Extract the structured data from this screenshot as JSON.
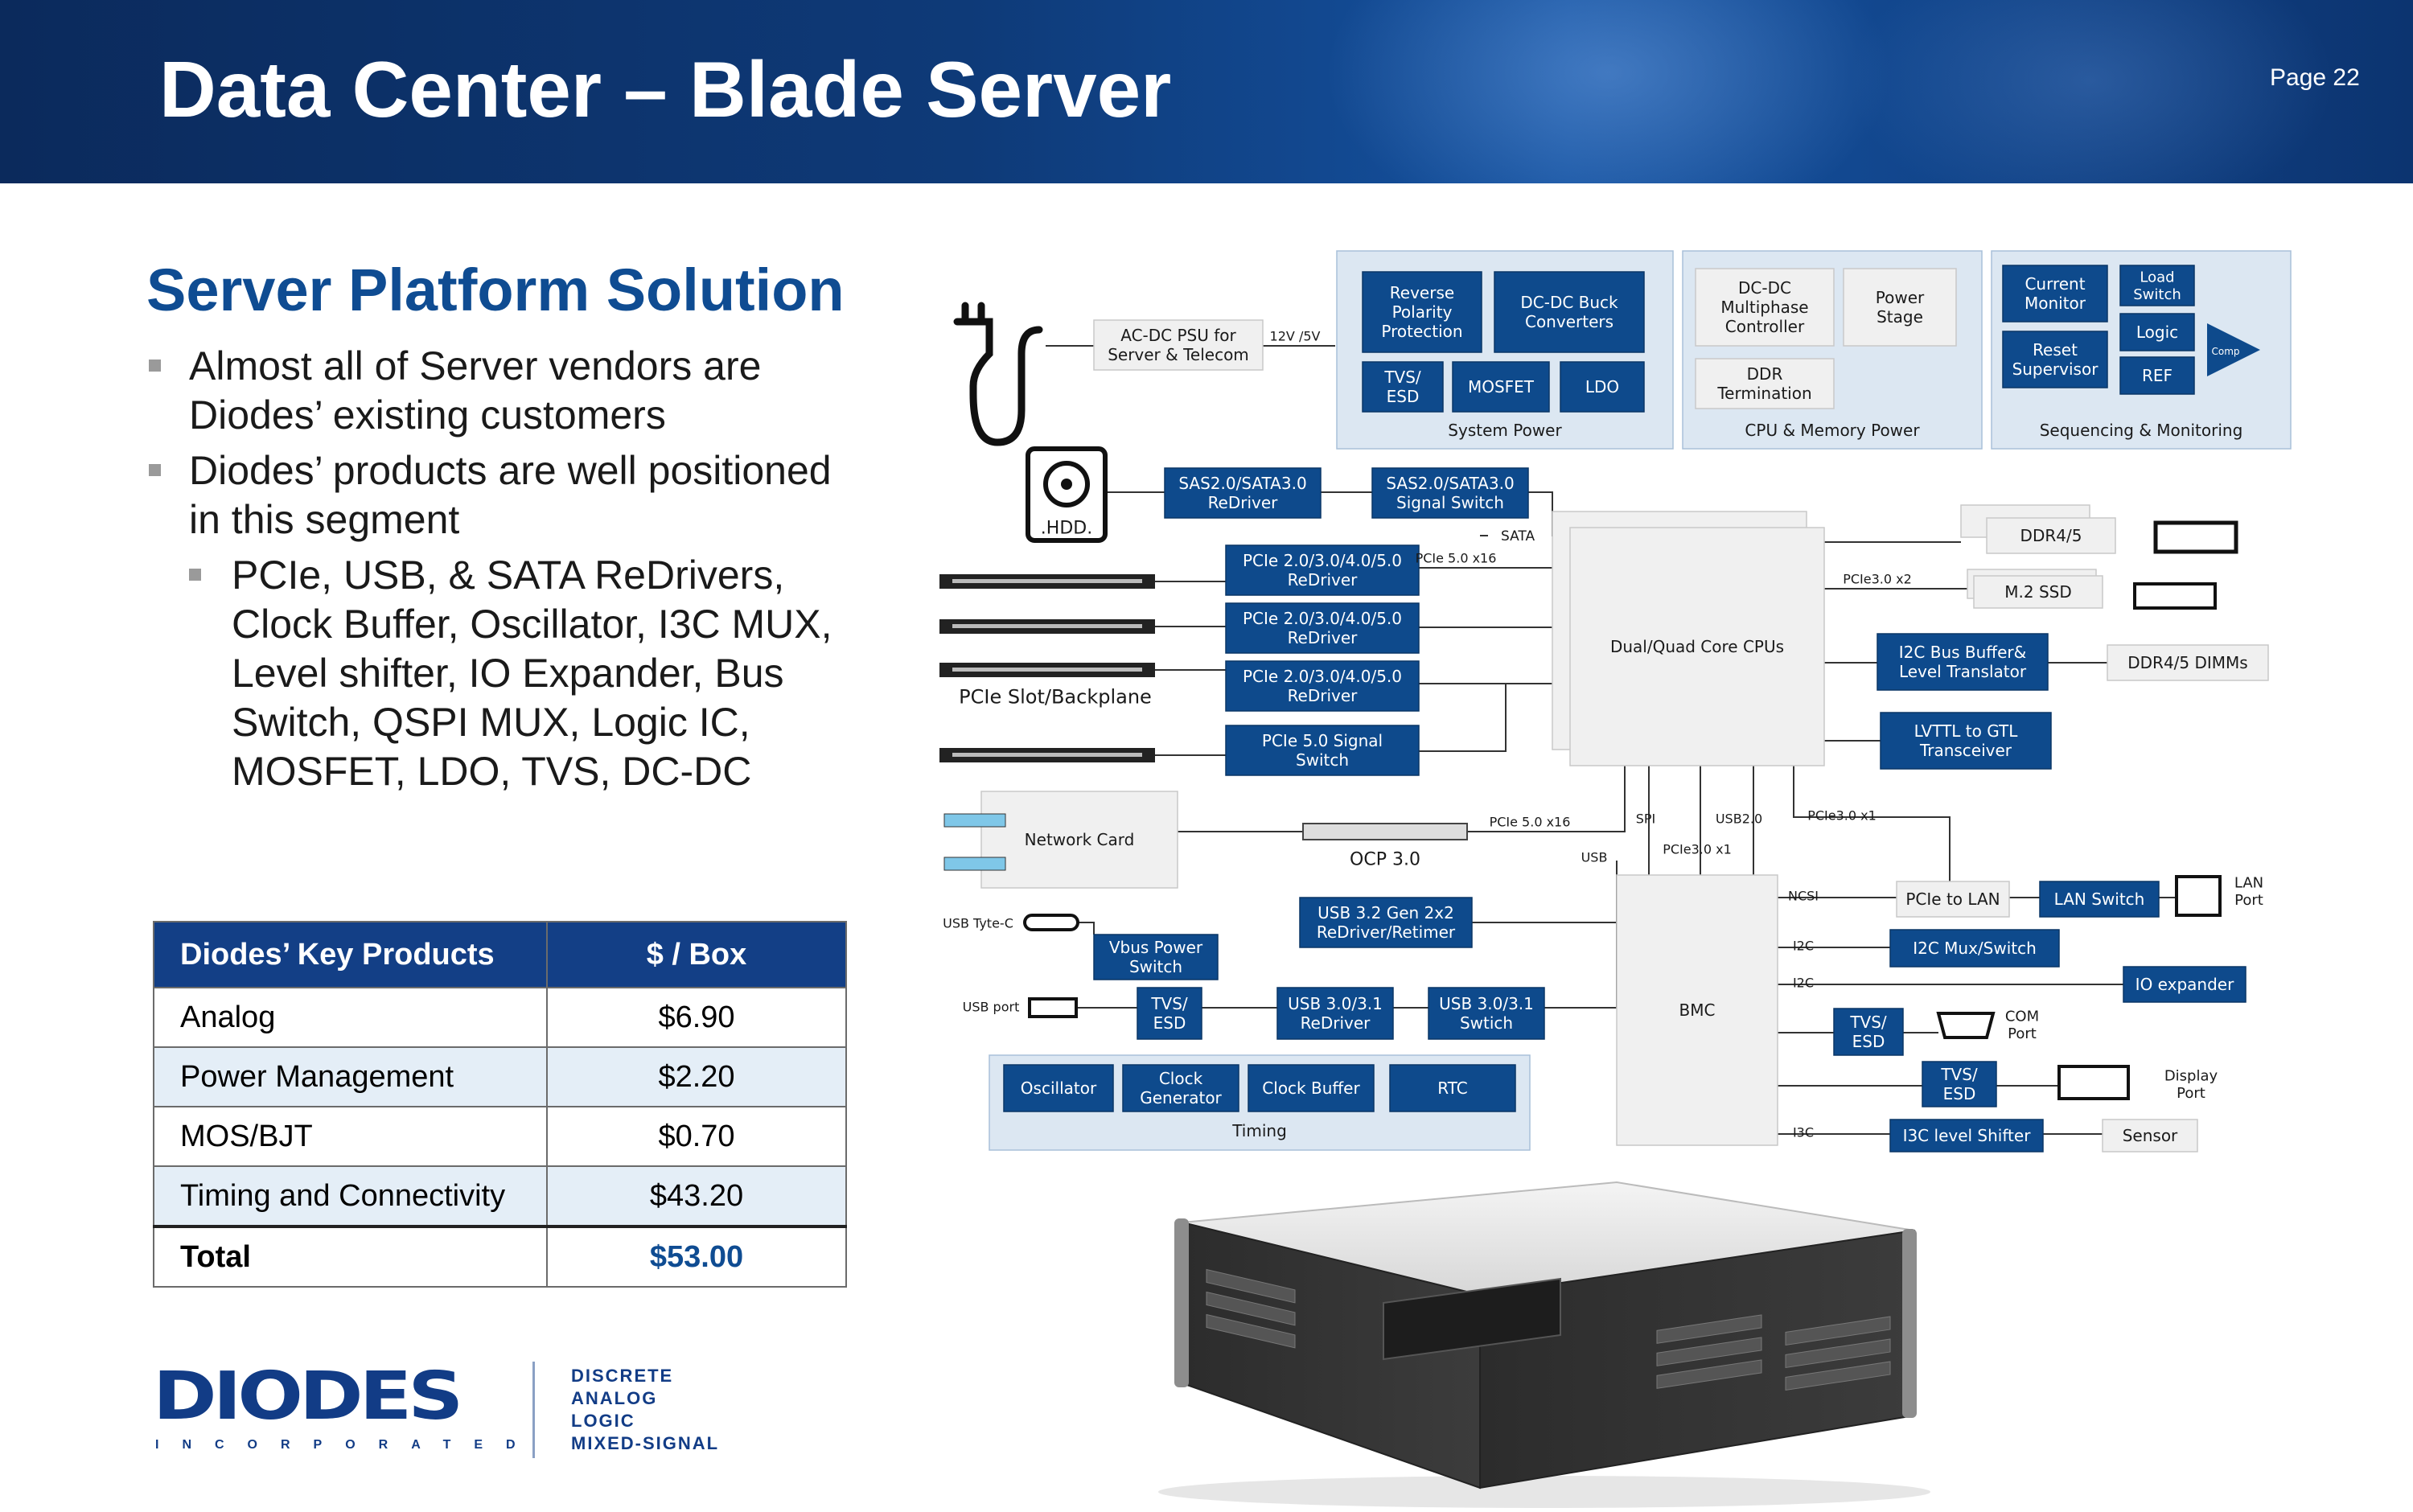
{
  "header": {
    "title": "Data Center – Blade Server",
    "page": "Page 22"
  },
  "section": {
    "title": "Server Platform Solution",
    "bullets": [
      "Almost all of Server vendors are Diodes’ existing customers",
      "Diodes’ products are well positioned in this segment"
    ],
    "sub_bullets": [
      "PCIe, USB, & SATA ReDrivers, Clock Buffer, Oscillator, I3C MUX, Level shifter, IO Expander, Bus Switch, QSPI MUX, Logic IC, MOSFET, LDO, TVS, DC-DC"
    ]
  },
  "table": {
    "headers": [
      "Diodes’ Key Products",
      "$ / Box"
    ],
    "rows": [
      [
        "Analog",
        "$6.90"
      ],
      [
        "Power Management",
        "$2.20"
      ],
      [
        "MOS/BJT",
        "$0.70"
      ],
      [
        "Timing and Connectivity",
        "$43.20"
      ]
    ],
    "total": [
      "Total",
      "$53.00"
    ]
  },
  "logo": {
    "wordmark": "DIODES",
    "incorporated": "INCORPORATED",
    "tagline": [
      "DISCRETE",
      "ANALOG",
      "LOGIC",
      "MIXED-SIGNAL"
    ]
  },
  "diagram": {
    "colors": {
      "blue": "#0e4a8c",
      "panel": "#dce7f2",
      "gray": "#f0f0f0"
    },
    "power_input": "AC-DC PSU for Server & Telecom",
    "power_label": "12V /5V",
    "groups": {
      "system_power": "System Power",
      "cpu_memory_power": "CPU & Memory Power",
      "sequencing": "Sequencing & Monitoring",
      "timing": "Timing"
    },
    "system_power": [
      "Reverse Polarity Protection",
      "DC-DC Buck Converters",
      "TVS/ ESD",
      "MOSFET",
      "LDO"
    ],
    "cpu_memory_power": [
      "DC-DC Multiphase Controller",
      "Power Stage",
      "DDR Termination"
    ],
    "sequencing": [
      "Current Monitor",
      "Load Switch",
      "Logic",
      "Reset Supervisor",
      "REF",
      "Comp"
    ],
    "storage": {
      "hdd": ".HDD.",
      "redriver": "SAS2.0/SATA3.0 ReDriver",
      "switch": "SAS2.0/SATA3.0 Signal Switch",
      "sata": "SATA"
    },
    "pcie": {
      "redriver": "PCIe 2.0/3.0/4.0/5.0 ReDriver",
      "signal_switch": "PCIe 5.0 Signal Switch",
      "slot_label": "PCIe Slot/Backplane",
      "x16": "PCIe 5.0 x16"
    },
    "cpu": "Dual/Quad Core CPUs",
    "memory": {
      "ddr": "DDR4/5",
      "ssd": "M.2 SSD",
      "pcie_x2": "PCIe3.0 x2",
      "i2c_buffer": "I2C Bus Buffer& Level Translator",
      "dimms": "DDR4/5 DIMMs",
      "lvttl": "LVTTL to GTL Transceiver"
    },
    "network": {
      "card": "Network Card",
      "ocp": "OCP 3.0",
      "x16": "PCIe 5.0 x16"
    },
    "bus_labels": {
      "spi": "SPI",
      "usb": "USB",
      "usb2": "USB2.0",
      "pcie_x1a": "PCIe3.0 x1",
      "pcie_x1b": "PCIe3.0 x1"
    },
    "usb": {
      "typec": "USB Tyte-C",
      "port": "USB port",
      "vbus": "Vbus Power Switch",
      "tvs": "TVS/ ESD",
      "gen2x2": "USB 3.2 Gen 2x2 ReDriver/Retimer",
      "r31": "USB 3.0/3.1 ReDriver",
      "s31": "USB 3.0/3.1 Swtich"
    },
    "timing": [
      "Oscillator",
      "Clock Generator",
      "Clock Buffer",
      "RTC"
    ],
    "bmc": {
      "label": "BMC",
      "ncsi": "NCSI",
      "i2c_a": "I2C",
      "i2c_b": "I2C",
      "i3c": "I3C",
      "pcie_lan": "PCIe to LAN",
      "lan_switch": "LAN Switch",
      "lan_port": "LAN Port",
      "i2c_mux": "I2C Mux/Switch",
      "io_exp": "IO expander",
      "tvs": "TVS/ ESD",
      "com": "COM Port",
      "display": "Display Port",
      "i3c_shift": "I3C level Shifter",
      "sensor": "Sensor"
    }
  }
}
